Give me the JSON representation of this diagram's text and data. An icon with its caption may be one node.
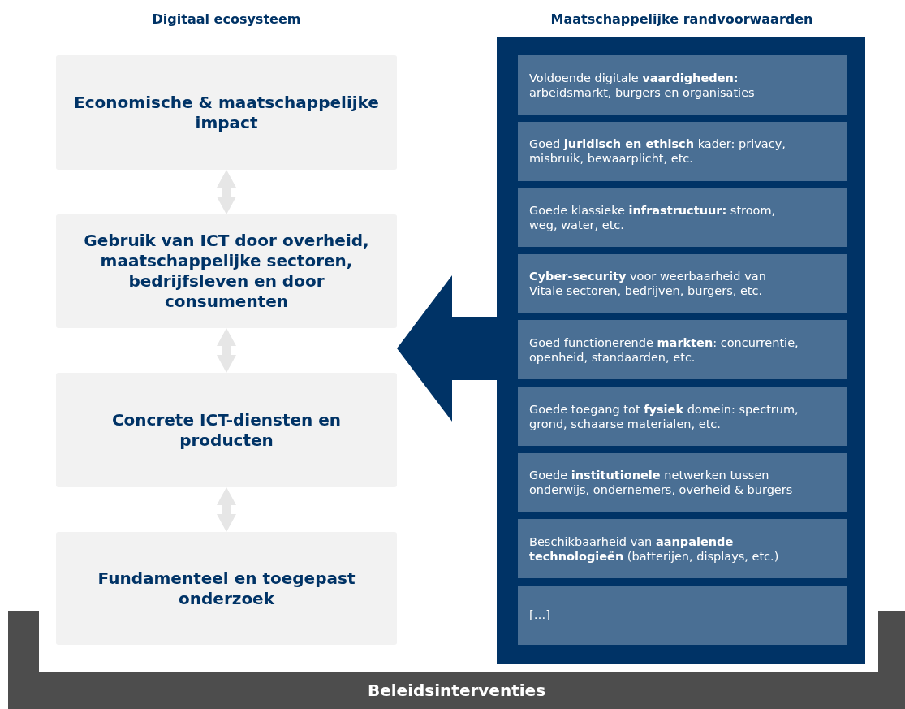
{
  "diagram": {
    "nodes": [
      {
        "text": [
          "Economische & maatschappelijke impact"
        ]
      },
      {
        "text": [
          "Gebruik van ICT door overheid, maatschappelijke sectoren, bedrijfsleven en door consumenten"
        ]
      },
      {
        "text": [
          "Concrete ICT-diensten en producten"
        ]
      },
      {
        "text": [
          "Fundamenteel en toegepast onderzoek"
        ]
      },
      {
        "text": [],
        "shape": "box"
      },
      {
        "text": [
          "Voldoende digitale **vaardigheden:** arbeidsmarkt, burgers en organisaties"
        ],
        "in": 4
      },
      {
        "text": [
          "Goed **juridisch en ethisch** kader: privacy, misbruik, bewaarplicht, etc."
        ],
        "in": 4
      },
      {
        "text": [
          "Goede klassieke **infrastructuur:** stroom, weg, water, etc."
        ],
        "in": 4
      },
      {
        "text": [
          "**Cyber-security** voor weerbaarheid van Vitale sectoren, bedrijven, burgers, etc."
        ],
        "in": 4
      },
      {
        "text": [
          "Goed functionerende **markten**: concurrentie, openheid, standaarden, etc."
        ],
        "in": 4
      },
      {
        "text": [
          "Goede toegang tot **fysiek** domein: spectrum, grond, schaarse materialen, etc."
        ],
        "in": 4
      },
      {
        "text": [
          "Goede **institutionele** netwerken tussen onderwijs, ondernemers, overheid & burgers"
        ],
        "in": 4
      },
      {
        "text": [
          "Beschikbaarheid van **aanpalende technologieën** (batterijen, displays, etc.)"
        ],
        "in": 4
      },
      {
        "text": [
          "[…]"
        ],
        "in": 4
      },
      {
        "text": [
          "Beleidsinterventies"
        ]
      }
    ],
    "edges": [
      {
        "from": 1,
        "to": 0,
        "arrow": "both"
      },
      {
        "from": 2,
        "to": 1,
        "arrow": "both"
      },
      {
        "from": 3,
        "to": 2,
        "arrow": "both"
      },
      {
        "from": 4,
        "to": 1,
        "arrow": "to",
        "style": "thick",
        "color": "#003366"
      }
    ],
    "labels": [
      "Digitaal ecosysteem",
      "Maatschappelijke randvoorwaarden"
    ]
  }
}
